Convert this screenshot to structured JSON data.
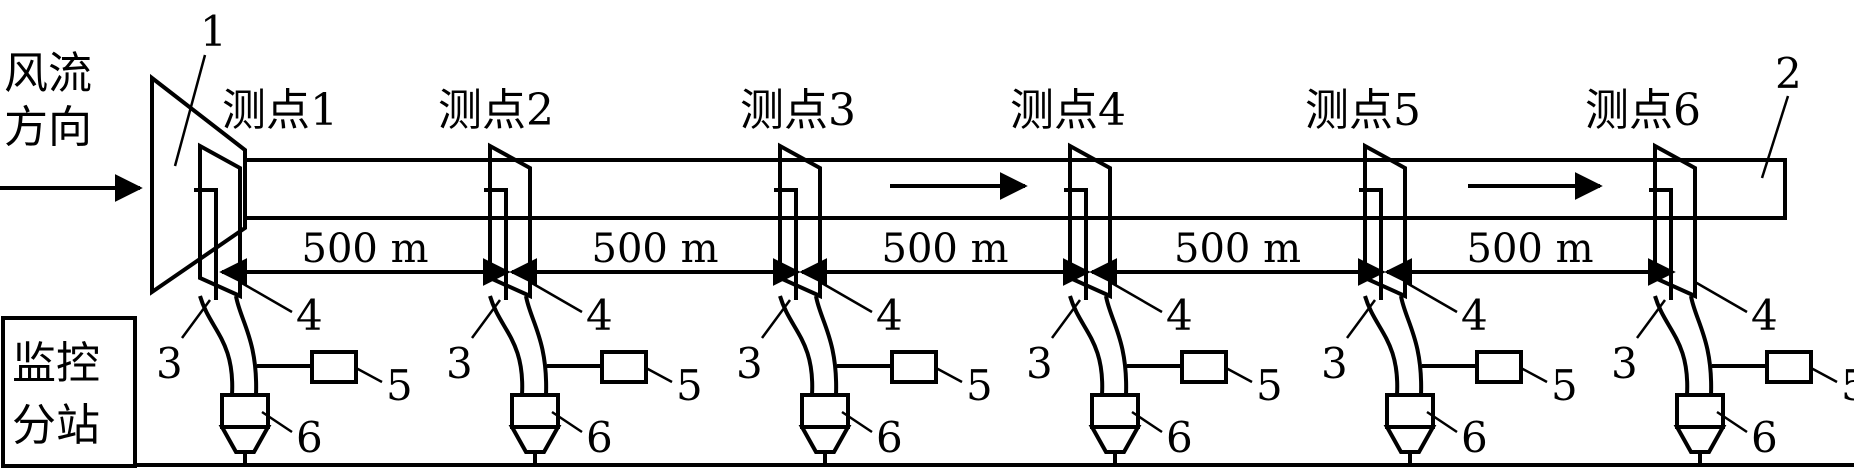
{
  "airflow_label_line1": "风流",
  "airflow_label_line2": "方向",
  "fan_label": "1",
  "duct_end_label": "2",
  "station_label_line1": "监控",
  "station_label_line2": "分站",
  "measuring_points": [
    "测点1",
    "测点2",
    "测点3",
    "测点4",
    "测点5",
    "测点6"
  ],
  "spacing_labels": [
    "500 m",
    "500 m",
    "500 m",
    "500 m",
    "500 m"
  ],
  "component_labels": {
    "pipe": "3",
    "sensor": "4",
    "box": "5",
    "pump": "6"
  },
  "colors": {
    "stroke": "#000000",
    "background": "#ffffff"
  }
}
